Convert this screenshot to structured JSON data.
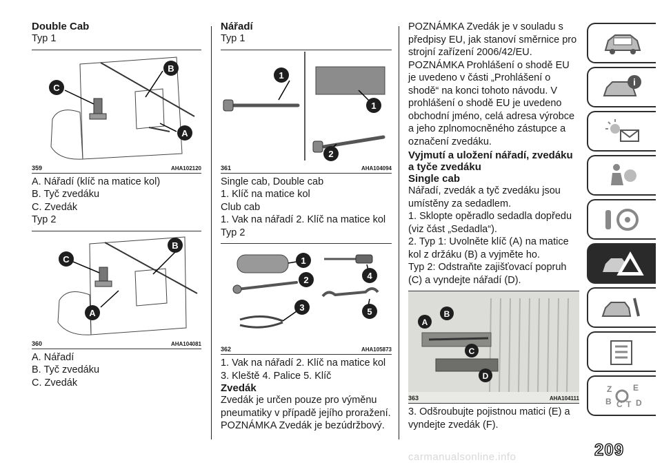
{
  "col1": {
    "heading": "Double Cab",
    "type1": "Typ 1",
    "fig1": {
      "num": "359",
      "code": "AHA102120"
    },
    "fig1_lines": [
      "A. Nářadí (klíč na matice kol)",
      "B. Tyč zvedáku",
      "C. Zvedák"
    ],
    "type2": "Typ 2",
    "fig2": {
      "num": "360",
      "code": "AHA104081"
    },
    "fig2_lines": [
      "A. Nářadí",
      "B. Tyč zvedáku",
      "C. Zvedák"
    ]
  },
  "col2": {
    "heading": "Nářadí",
    "type1": "Typ 1",
    "fig1": {
      "num": "361",
      "code": "AHA104094"
    },
    "lines1": [
      "Single cab, Double cab",
      "1. Klíč na matice kol",
      "Club cab",
      "1. Vak na nářadí 2. Klíč na matice kol",
      "Typ 2"
    ],
    "fig2": {
      "num": "362",
      "code": "AHA105873"
    },
    "lines2": [
      "1. Vak na nářadí 2. Klíč na matice kol 3. Kleště 4. Palice 5. Klíč"
    ],
    "jack_heading": "Zvedák",
    "jack_text": "Zvedák je určen pouze pro výměnu pneumatiky v případě jejího proražení.",
    "jack_note": "POZNÁMKA Zvedák je bezúdržbový."
  },
  "col3": {
    "note1": "POZNÁMKA Zvedák je v souladu s předpisy EU, jak stanoví směrnice pro strojní zařízení 2006/42/EU.",
    "note2": "POZNÁMKA Prohlášení o shodě EU je uvedeno v části „Prohlášení o shodě“ na konci tohoto návodu. V prohlášení o shodě EU je uvedeno obchodní jméno, celá adresa výrobce a jeho zplnomocněného zástupce a označení zvedáku.",
    "heading": "Vyjmutí a uložení nářadí, zvedáku a tyče zvedáku",
    "subheading": "Single cab",
    "intro": "Nářadí, zvedák a tyč zvedáku jsou umístěny za sedadlem.",
    "step1": "1. Sklopte opěradlo sedadla dopředu (viz část „Sedadla“).",
    "step2": "2. Typ 1: Uvolněte klíč (A) na matice kol z držáku (B) a vyjměte ho.",
    "step2b": "Typ 2: Odstraňte zajišťovací popruh (C) a vyndejte nářadí (D).",
    "fig": {
      "num": "363",
      "code": "AHA104111"
    },
    "step3": "3. Odšroubujte pojistnou matici (E) a vyndejte zvedák (F)."
  },
  "labels": {
    "A": "A",
    "B": "B",
    "C": "C",
    "D": "D",
    "n1": "1",
    "n2": "2",
    "n3": "3",
    "n4": "4",
    "n5": "5"
  },
  "sidebar_icons": [
    "car-window-icon",
    "car-info-icon",
    "warning-lights-mail-icon",
    "seat-airbag-icon",
    "key-steering-icon",
    "car-breakdown-warning-icon",
    "car-wrench-icon",
    "checklist-icon",
    "alphabet-index-icon"
  ],
  "page_number": "209",
  "watermark": "carmanualsonline.info"
}
